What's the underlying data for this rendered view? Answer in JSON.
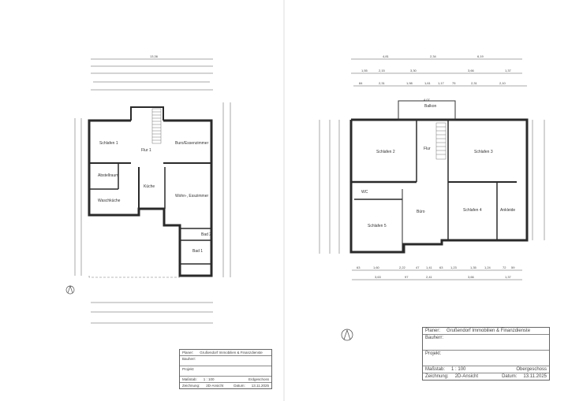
{
  "ground_floor": {
    "rooms": [
      "Schlafen 1",
      "Flur 1",
      "Buro/Essenzimmer",
      "Abstellraum",
      "Küche",
      "Wohn-, Esszimmer",
      "Waschküche",
      "Bad 2",
      "Bad 1"
    ],
    "top_dimension_total": "13,36",
    "title_block": {
      "planer_label": "Planer:",
      "planer_value": "Grußendorf Immobilien & Finanzdienste",
      "bauherr_label": "Bauherr:",
      "projekt_label": "Projekt:",
      "massstab_label": "Maßstab:",
      "massstab_value": "1 : 100",
      "floor_name": "Erdgeschoss",
      "zeichnung_label": "Zeichnung:",
      "zeichnung_value": "2D-Ansicht",
      "datum_label": "Datum:",
      "datum_value": "13.11.2025"
    }
  },
  "upper_floor": {
    "rooms": [
      "Balkon",
      "Schlafen 2",
      "Flur",
      "Schlafen 3",
      "WC",
      "Büro",
      "Schlafen 4",
      "Ankleide",
      "Schlafen 5"
    ],
    "balcony_width": "4,07",
    "dim_rows_top": [
      [
        "4,81",
        "2,34",
        "6,19"
      ],
      [
        "1,55",
        "2,15",
        "3,30",
        "3,66",
        "1,37"
      ],
      [
        "84",
        "2,31",
        "1,98",
        "1,61",
        "1,17",
        "75",
        "2,31",
        "2,10"
      ]
    ],
    "dim_rows_bottom": [
      [
        "63",
        "1,60",
        "2,22",
        "47",
        "1,41",
        "63",
        "1,23",
        "1,35",
        "1,24",
        "72",
        "59"
      ],
      [
        "3,63",
        "97",
        "2,41",
        "3,66",
        "1,37"
      ]
    ],
    "title_block": {
      "planer_label": "Planer:",
      "planer_value": "Grußendorf Immobilien & Finanzdienste",
      "bauherr_label": "Bauherr:",
      "projekt_label": "Projekt:",
      "massstab_label": "Maßstab:",
      "massstab_value": "1 : 100",
      "floor_name": "Obergeschoss",
      "zeichnung_label": "Zeichnung:",
      "zeichnung_value": "2D-Ansicht",
      "datum_label": "Datum:",
      "datum_value": "13.11.2025"
    }
  },
  "colors": {
    "wall": "#2a2a2a",
    "line": "#555555"
  }
}
